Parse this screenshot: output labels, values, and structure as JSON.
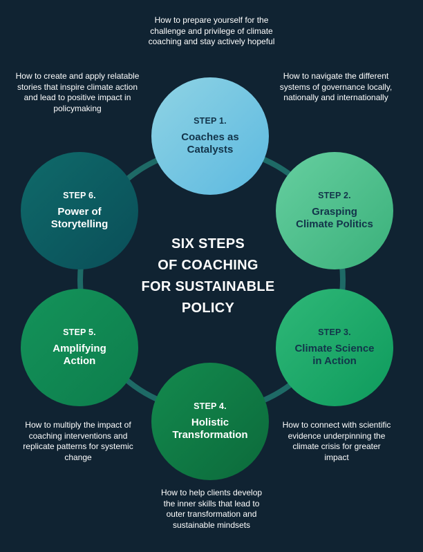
{
  "title": "SIX STEPS OF COACHING FOR SUSTAINABLE POLICY",
  "title_lines": [
    "SIX STEPS",
    "OF COACHING",
    "FOR SUSTAINABLE",
    "POLICY"
  ],
  "steps": [
    {
      "label": "STEP 1.",
      "title_lines": [
        "Coaches as",
        "Catalysts"
      ],
      "description": "How to prepare yourself for the challenge and privilege of climate coaching and stay actively hopeful"
    },
    {
      "label": "STEP 2.",
      "title_lines": [
        "Grasping",
        "Climate Politics"
      ],
      "description": "How to navigate the different systems of governance locally, nationally and internationally"
    },
    {
      "label": "STEP 3.",
      "title_lines": [
        "Climate Science",
        "in Action"
      ],
      "description": "How to connect with scientific evidence underpinning the climate crisis for greater impact"
    },
    {
      "label": "STEP 4.",
      "title_lines": [
        "Holistic",
        "Transformation"
      ],
      "description": "How to help clients develop the inner skills that lead to outer transformation and sustainable mindsets"
    },
    {
      "label": "STEP 5.",
      "title_lines": [
        "Amplifying",
        "Action"
      ],
      "description": "How to multiply the impact of coaching interventions and replicate patterns for systemic change"
    },
    {
      "label": "STEP 6.",
      "title_lines": [
        "Power of",
        "Storytelling"
      ],
      "description": "How to create and apply relatable stories that inspire climate action and lead to positive impact in policymaking"
    }
  ],
  "colors": {
    "background": "#102332",
    "ring": "#1e6a66",
    "step1": "#7ccbe3",
    "step2": "#52c08d",
    "step3": "#1fa96a",
    "step4": "#107a45",
    "step5": "#118853",
    "step6": "#0d5c62"
  }
}
